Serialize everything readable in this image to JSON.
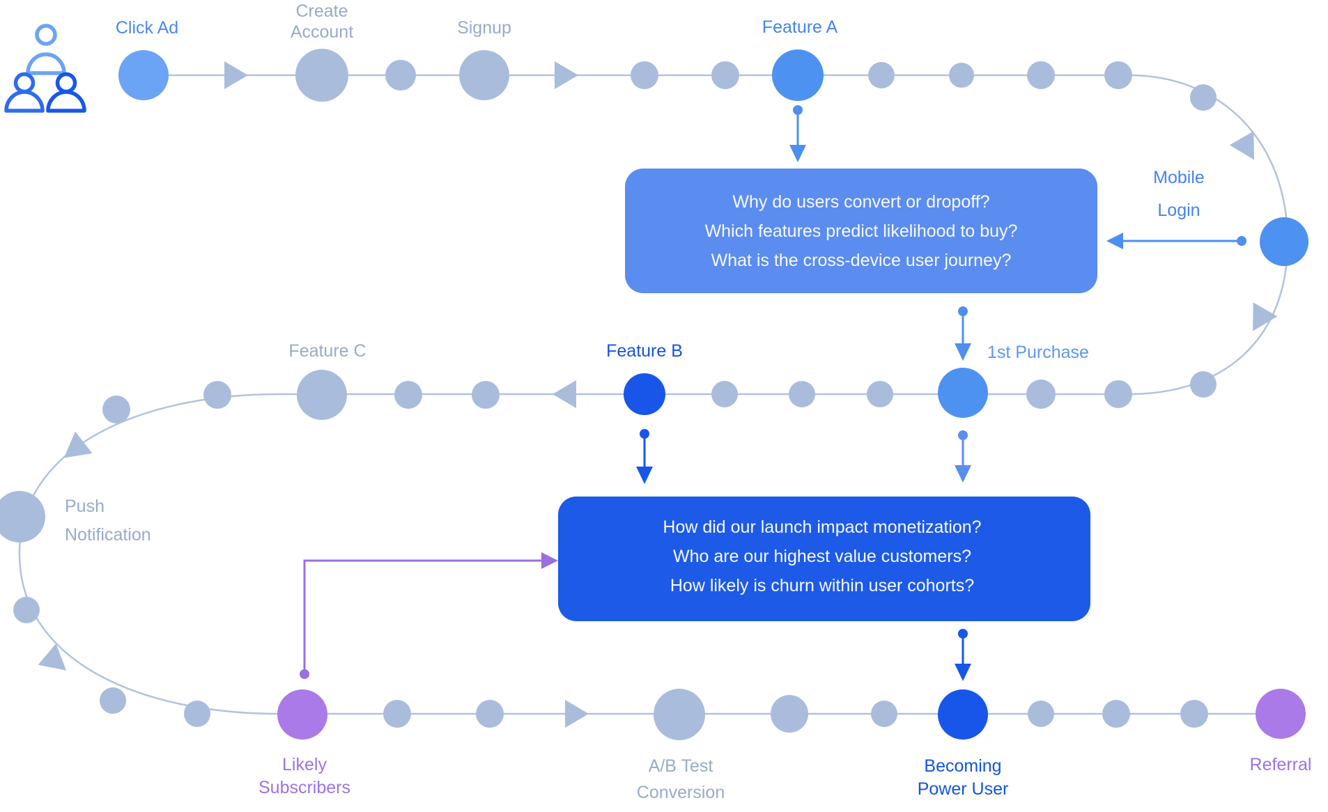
{
  "stages": {
    "click_ad": {
      "label": "Click Ad"
    },
    "create_account": {
      "line1": "Create",
      "line2": "Account"
    },
    "signup": {
      "label": "Signup"
    },
    "feature_a": {
      "label": "Feature A"
    },
    "mobile_login": {
      "line1": "Mobile",
      "line2": "Login"
    },
    "first_purchase": {
      "label": "1st Purchase"
    },
    "feature_b": {
      "label": "Feature B"
    },
    "feature_c": {
      "label": "Feature C"
    },
    "push_notification": {
      "line1": "Push",
      "line2": "Notification"
    },
    "likely_subscribers": {
      "line1": "Likely",
      "line2": "Subscribers"
    },
    "ab_test_conversion": {
      "line1": "A/B Test",
      "line2": "Conversion"
    },
    "becoming_power_user": {
      "line1": "Becoming",
      "line2": "Power User"
    },
    "referral": {
      "label": "Referral"
    }
  },
  "boxes": {
    "acquisition": {
      "line1": "Why do users convert or dropoff?",
      "line2": "Which features predict likelihood to buy?",
      "line3": "What is the cross-device user journey?"
    },
    "monetization": {
      "line1": "How did our launch impact monetization?",
      "line2": "Who are our highest value customers?",
      "line3": "How likely is churn within user cohorts?"
    }
  },
  "icons": {
    "users": "users-icon"
  },
  "colors": {
    "node_neutral": "#a9bcdb",
    "node_light_blue": "#6ba3f5",
    "node_medium_blue": "#4d92f0",
    "node_strong_blue": "#1756e8",
    "node_purple": "#a97ae8",
    "journey_line": "#b3c2dc",
    "label_gray": "#98abc9",
    "label_blue": "#4484ee",
    "label_strong_blue": "#1254e0",
    "label_purple": "#9c73e2",
    "box_acquisition_fill": "#5b8cf0",
    "box_monetization_fill": "#1d5ae8",
    "box_text": "#f7faff",
    "connector_purple": "#9b6fe0"
  }
}
